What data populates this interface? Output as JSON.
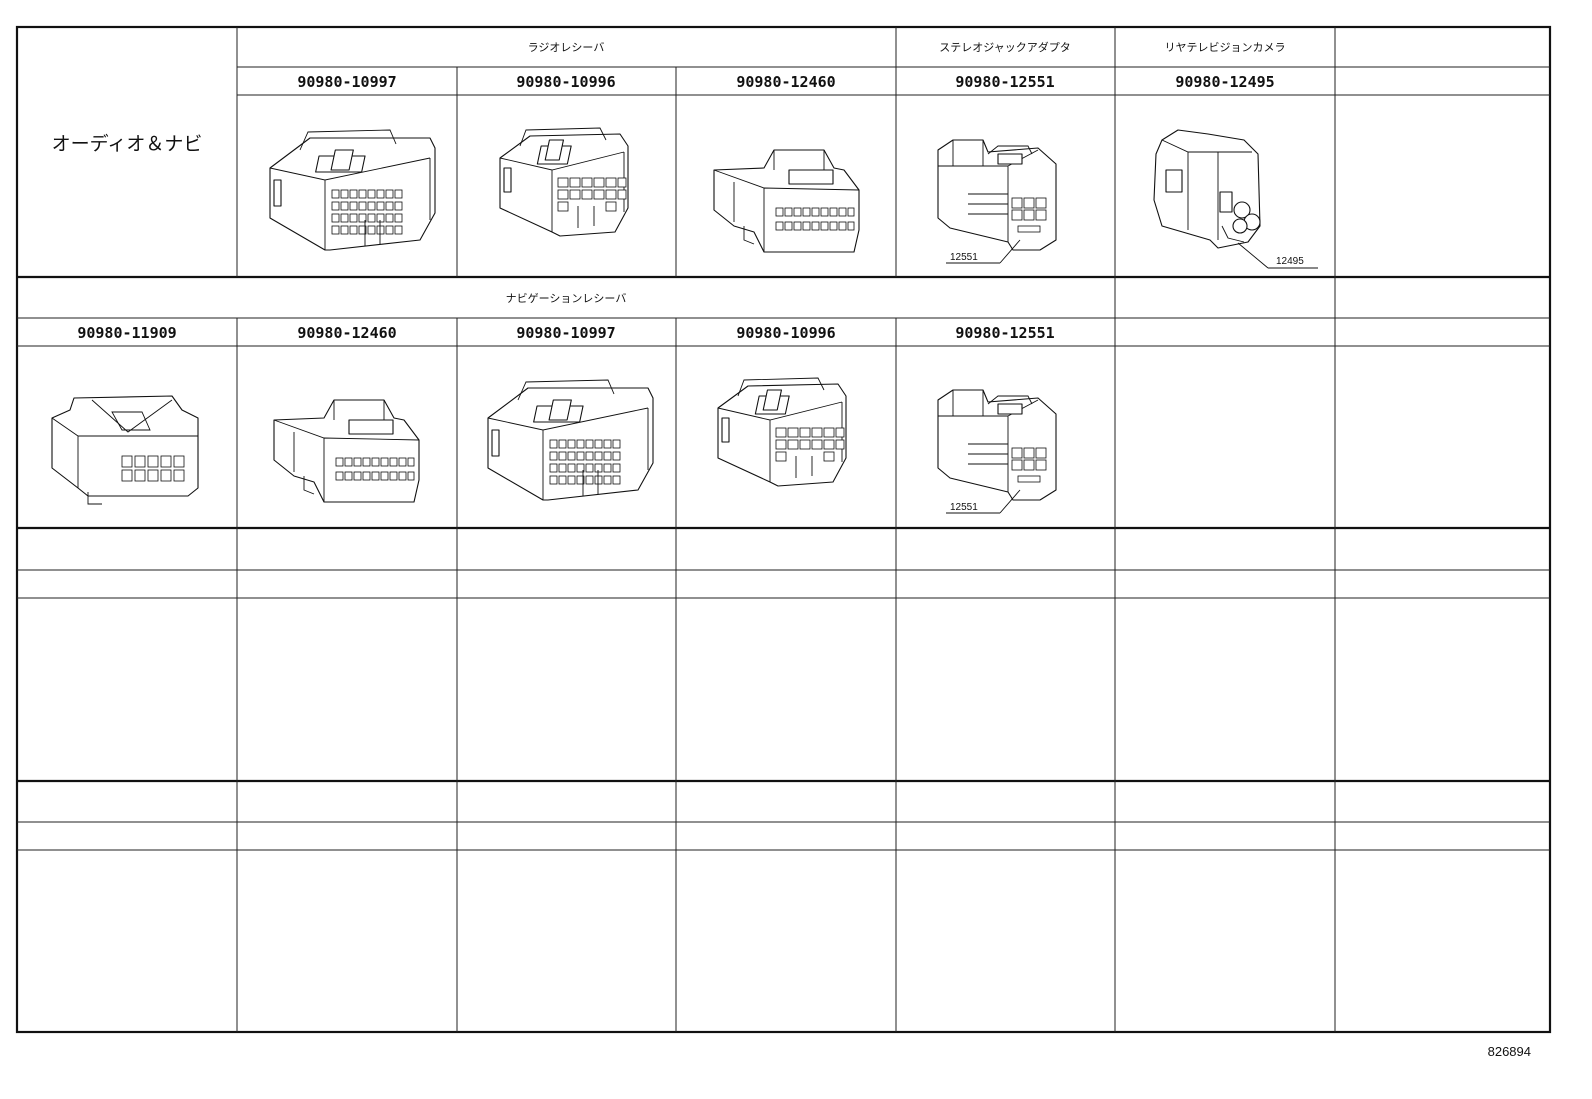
{
  "section_title": "オーディオ＆ナビ",
  "row1": {
    "categories": [
      "ラジオレシーバ",
      "ステレオジャックアダプタ",
      "リヤテレビジョンカメラ"
    ],
    "parts": [
      {
        "part_no": "90980-10997",
        "icon": "connector-16pin-icon"
      },
      {
        "part_no": "90980-10996",
        "icon": "connector-12pin-icon"
      },
      {
        "part_no": "90980-12460",
        "icon": "connector-28pin-icon"
      },
      {
        "part_no": "90980-12551",
        "icon": "connector-stereo-jack-icon",
        "callout": "12551"
      },
      {
        "part_no": "90980-12495",
        "icon": "connector-camera-icon",
        "callout": "12495"
      }
    ]
  },
  "row2": {
    "category": "ナビゲーションレシーバ",
    "parts": [
      {
        "part_no": "90980-11909",
        "icon": "connector-10pin-icon"
      },
      {
        "part_no": "90980-12460",
        "icon": "connector-28pin-icon"
      },
      {
        "part_no": "90980-10997",
        "icon": "connector-16pin-icon"
      },
      {
        "part_no": "90980-10996",
        "icon": "connector-12pin-icon"
      },
      {
        "part_no": "90980-12551",
        "icon": "connector-stereo-jack-icon",
        "callout": "12551"
      }
    ]
  },
  "reference_no": "826894"
}
